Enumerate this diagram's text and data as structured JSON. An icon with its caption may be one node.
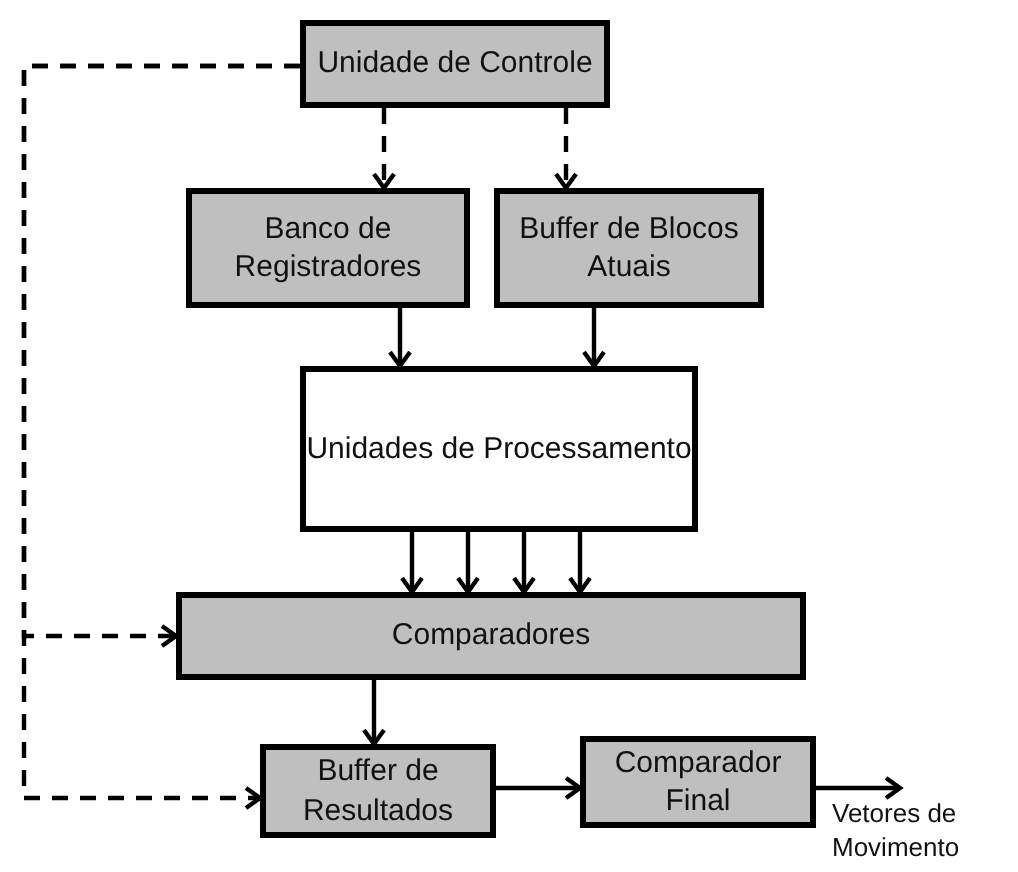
{
  "diagram": {
    "nodes": [
      {
        "text": [
          "Unidade de Controle"
        ]
      },
      {
        "text": [
          "Banco de Registradores"
        ]
      },
      {
        "text": [
          "Buffer de Blocos Atuais"
        ]
      },
      {
        "text": [
          "Unidades de Processamento"
        ]
      },
      {
        "text": [
          "Comparadores"
        ]
      },
      {
        "text": [
          "Buffer de Resultados"
        ]
      },
      {
        "text": [
          "Comparador Final"
        ]
      },
      {
        "text": [
          "Vetores de Movimento"
        ]
      }
    ],
    "edges": [
      {
        "from": 0,
        "to": 1,
        "arrow": "to",
        "style": "dashed"
      },
      {
        "from": 0,
        "to": 2,
        "arrow": "to",
        "style": "dashed"
      },
      {
        "from": 0,
        "to": 4,
        "arrow": "to",
        "style": "dashed"
      },
      {
        "from": 0,
        "to": 5,
        "arrow": "to",
        "style": "dashed"
      },
      {
        "from": 1,
        "to": 3,
        "arrow": "to"
      },
      {
        "from": 2,
        "to": 3,
        "arrow": "to"
      },
      {
        "from": 3,
        "to": 4,
        "arrow": "to"
      },
      {
        "from": 3,
        "to": 4,
        "arrow": "to"
      },
      {
        "from": 3,
        "to": 4,
        "arrow": "to"
      },
      {
        "from": 3,
        "to": 4,
        "arrow": "to"
      },
      {
        "from": 4,
        "to": 5,
        "arrow": "to"
      },
      {
        "from": 5,
        "to": 6,
        "arrow": "to"
      },
      {
        "from": 6,
        "to": 7,
        "arrow": "to"
      }
    ]
  }
}
